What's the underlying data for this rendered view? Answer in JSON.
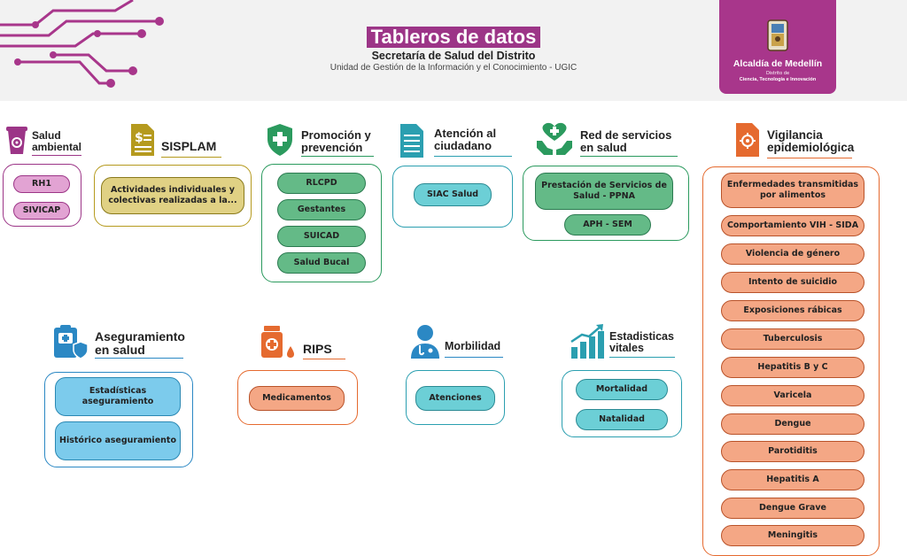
{
  "header": {
    "title": "Tableros de datos",
    "subtitle": "Secretaría de Salud del Distrito",
    "unit": "Unidad de Gestión de la Información y el Conocimiento - UGIC",
    "logo_name": "Alcaldía de Medellín",
    "logo_small": "Distrito de",
    "logo_tagline": "Ciencia, Tecnología e Innovación"
  },
  "colors": {
    "header_bg": "#f2f2f2",
    "brand_purple": "#a8368b",
    "pink": "#e2a3d3",
    "olive": "#e0d184",
    "green": "#64ba87",
    "teal": "#6ccfd6",
    "orange": "#f4a785",
    "blue": "#7ccbec"
  },
  "sections": {
    "salud_ambiental": {
      "title1": "Salud",
      "title2": "ambiental",
      "icon": "biohazard-bucket-icon",
      "items": [
        "RH1",
        "SIVICAP"
      ]
    },
    "sisplam": {
      "title1": "SISPLAM",
      "icon": "document-dollar-icon",
      "items": [
        "Actividades individuales y colectivas realizadas a la..."
      ]
    },
    "promocion": {
      "title1": "Promoción y",
      "title2": "prevención",
      "icon": "shield-cross-icon",
      "items": [
        "RLCPD",
        "Gestantes",
        "SUICAD",
        "Salud Bucal"
      ]
    },
    "atencion": {
      "title1": "Atención al",
      "title2": "ciudadano",
      "icon": "document-lines-icon",
      "items": [
        "SIAC Salud"
      ]
    },
    "red_servicios": {
      "title1": "Red de servicios",
      "title2": "en salud",
      "icon": "hands-heart-icon",
      "items": [
        "Prestación de Servicios de Salud - PPNA",
        "APH - SEM"
      ]
    },
    "vigilancia": {
      "title1": "Vigilancia",
      "title2": "epidemiológica",
      "icon": "document-virus-icon",
      "items": [
        "Enfermedades transmitidas por alimentos",
        "Comportamiento VIH - SIDA",
        "Violencia de género",
        "Intento de suicidio",
        "Exposiciones rábicas",
        "Tuberculosis",
        "Hepatitis B y C",
        "Varicela",
        "Dengue",
        "Parotiditis",
        "Hepatitis A",
        "Dengue Grave",
        "Meningitis"
      ]
    },
    "aseguramiento": {
      "title1": "Aseguramiento",
      "title2": "en salud",
      "icon": "clipboard-shield-icon",
      "items": [
        "Estadísticas aseguramiento",
        "Histórico aseguramiento"
      ]
    },
    "rips": {
      "title1": "RIPS",
      "icon": "medicine-bottle-icon",
      "items": [
        "Medicamentos"
      ]
    },
    "morbilidad": {
      "title1": "Morbilidad",
      "icon": "doctor-icon",
      "items": [
        "Atenciones"
      ]
    },
    "estadisticas": {
      "title1": "Estadisticas",
      "title2": "vitales",
      "icon": "bar-chart-arrow-icon",
      "items": [
        "Mortalidad",
        "Natalidad"
      ]
    }
  }
}
